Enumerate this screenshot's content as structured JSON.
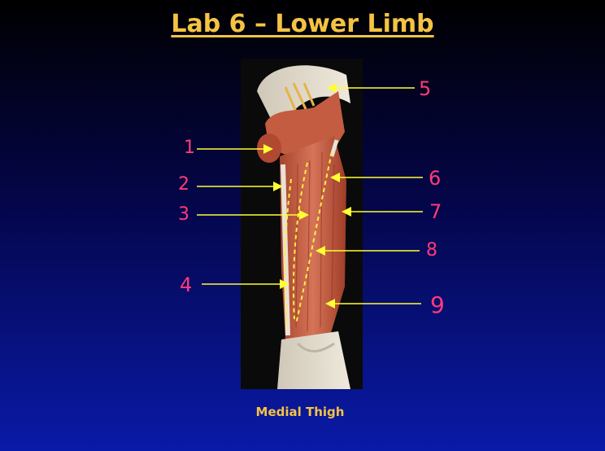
{
  "slide": {
    "title": "Lab 6 – Lower Limb",
    "caption": "Medial Thigh"
  },
  "labels": [
    "1",
    "2",
    "3",
    "4",
    "5",
    "6",
    "7",
    "8",
    "9"
  ],
  "colors": {
    "title": "#f5c343",
    "arrow": "#ffff33",
    "number": "#ff3b78",
    "dashed_line": "#ffee44",
    "muscle": "#c85a3c"
  }
}
